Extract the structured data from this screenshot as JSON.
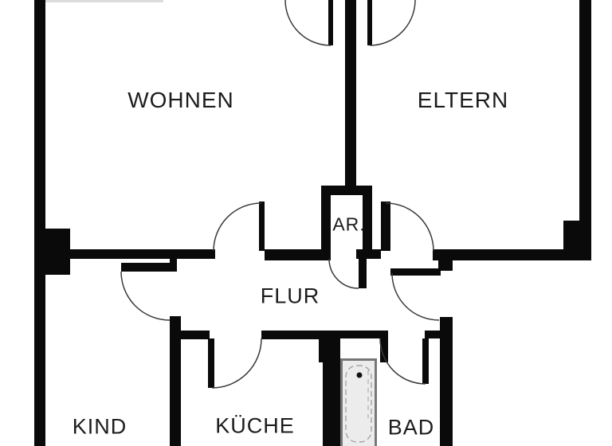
{
  "floorplan": {
    "rooms": {
      "wohnen": {
        "label": "WOHNEN"
      },
      "eltern": {
        "label": "ELTERN"
      },
      "ar": {
        "label": "AR."
      },
      "flur": {
        "label": "FLUR"
      },
      "kind": {
        "label": "KIND"
      },
      "kueche": {
        "label": "KÜCHE"
      },
      "bad": {
        "label": "BAD"
      }
    },
    "fixtures": {
      "bathtub": "bathtub-icon"
    },
    "colors": {
      "wall": "#0a0a0a",
      "door_arc": "#3a3a3a",
      "background": "#ffffff",
      "label_text": "#1c1c1c",
      "tub_fill": "#ececec",
      "tub_frame": "#777777"
    }
  }
}
